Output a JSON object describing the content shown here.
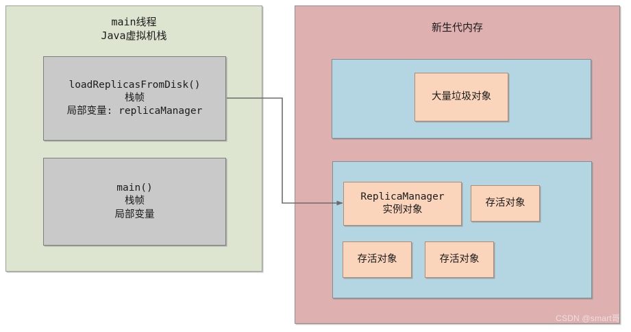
{
  "diagram": {
    "title_watermark": "CSDN @smart哥",
    "colors": {
      "stack_panel_bg": "#dde5d0",
      "heap_panel_bg": "#dfb0b0",
      "frame_bg": "#c9c9c9",
      "region_bg": "#b4d5e2",
      "object_bg": "#fad5bb",
      "connector_stroke": "#6b6b6b",
      "text": "#1a1a1a"
    },
    "stack_panel": {
      "label": "main线程\nJava虚拟机栈",
      "frames": [
        {
          "label": "loadReplicasFromDisk()\n栈帧\n局部变量: replicaManager"
        },
        {
          "label": "main()\n栈帧\n局部变量"
        }
      ]
    },
    "heap_panel": {
      "label": "新生代内存",
      "regions": [
        {
          "objects": [
            {
              "label": "大量垃圾对象"
            }
          ]
        },
        {
          "objects": [
            {
              "label": "ReplicaManager\n实例对象"
            },
            {
              "label": "存活对象"
            },
            {
              "label": "存活对象"
            },
            {
              "label": "存活对象"
            }
          ]
        }
      ]
    },
    "connector": {
      "from": "loadReplicasFromDisk frame",
      "to": "ReplicaManager instance object"
    }
  }
}
